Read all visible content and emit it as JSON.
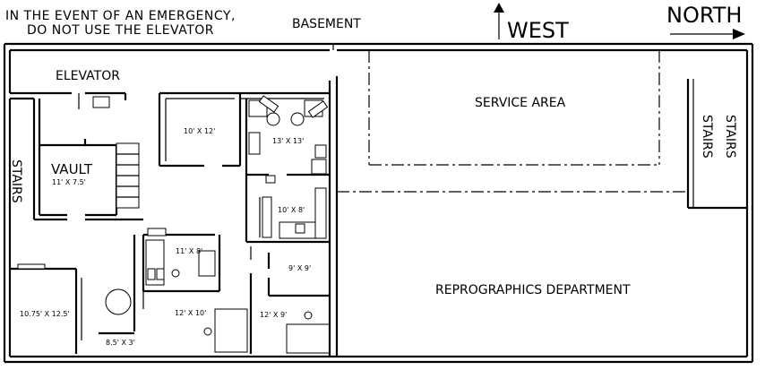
{
  "header": {
    "warning_line1": "IN THE EVENT OF AN EMERGENCY,",
    "warning_line2": "DO NOT USE THE ELEVATOR",
    "floor": "BASEMENT",
    "west": "WEST",
    "north": "NORTH"
  },
  "rooms": {
    "elevator": "ELEVATOR",
    "stairs_left": "STAIRS",
    "vault": "VAULT",
    "vault_size": "11' X 7.5'",
    "room_10x12": "10' X 12'",
    "room_13x13": "13' X 13'",
    "room_10x8": "10' X 8'",
    "room_11x8": "11' X 8'",
    "room_9x9": "9' X 9'",
    "room_1075x125": "10.75' X 12.5'",
    "room_12x10": "12' X 10'",
    "room_12x9": "12' X 9'",
    "room_85x3": "8.5' X 3'",
    "service_area": "SERVICE AREA",
    "stairs_right_1": "STAIRS",
    "stairs_right_2": "STAIRS",
    "reprographics": "REPROGRAPHICS DEPARTMENT"
  }
}
